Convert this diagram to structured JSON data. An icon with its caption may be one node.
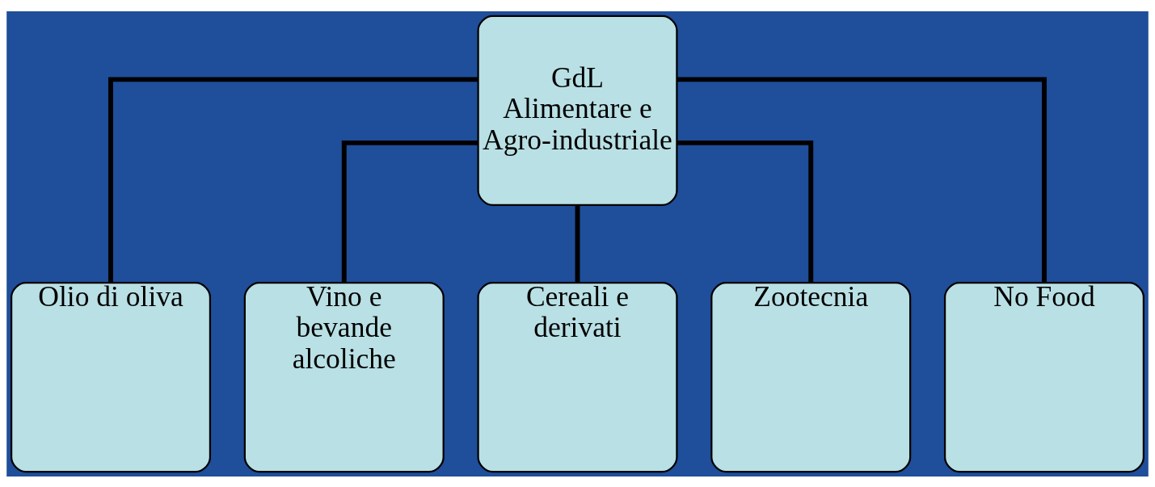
{
  "diagram": {
    "nodes": [
      {
        "text": [
          "GdL Alimentare e Agro-industriale"
        ]
      },
      {
        "text": [
          "Olio di oliva"
        ]
      },
      {
        "text": [
          "Vino e bevande alcoliche"
        ]
      },
      {
        "text": [
          "Cereali e derivati"
        ]
      },
      {
        "text": [
          "Zootecnia"
        ]
      },
      {
        "text": [
          "No Food"
        ]
      }
    ],
    "edges": [
      {
        "from": 0,
        "to": 1,
        "arrow": "none"
      },
      {
        "from": 0,
        "to": 2,
        "arrow": "none"
      },
      {
        "from": 0,
        "to": 3,
        "arrow": "none"
      },
      {
        "from": 0,
        "to": 4,
        "arrow": "none"
      },
      {
        "from": 0,
        "to": 5,
        "arrow": "none"
      }
    ]
  }
}
